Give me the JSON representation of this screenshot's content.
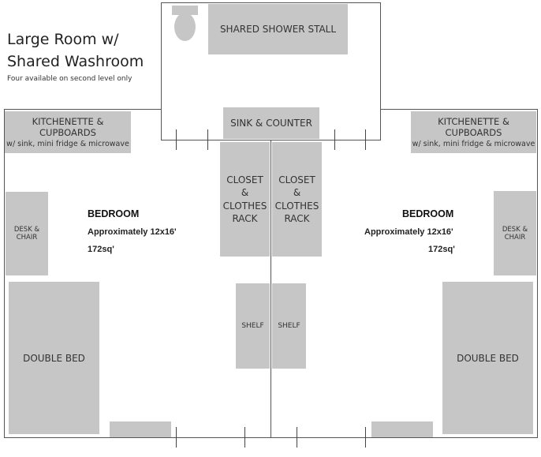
{
  "title": {
    "line1": "Large Room w/",
    "line2": "Shared Washroom",
    "subtitle": "Four available on second level only"
  },
  "washroom": {
    "shower": "SHARED SHOWER STALL",
    "sink": "SINK & COUNTER"
  },
  "left_room": {
    "kitchen_line1": "KITCHENETTE & CUPBOARDS",
    "kitchen_line2": "w/ sink, mini fridge & microwave",
    "desk_line1": "DESK &",
    "desk_line2": "CHAIR",
    "bedroom": "BEDROOM",
    "size": "Approximately 12x16'",
    "area": "172sq'",
    "closet_lines": [
      "CLOSET",
      "&",
      "CLOTHES",
      "RACK"
    ],
    "shelf": "SHELF",
    "bed": "DOUBLE BED"
  },
  "right_room": {
    "kitchen_line1": "KITCHENETTE & CUPBOARDS",
    "kitchen_line2": "w/ sink, mini fridge & microwave",
    "desk_line1": "DESK &",
    "desk_line2": "CHAIR",
    "bedroom": "BEDROOM",
    "size": "Approximately 12x16'",
    "area": "172sq'",
    "closet_lines": [
      "CLOSET",
      "&",
      "CLOTHES",
      "RACK"
    ],
    "shelf": "SHELF",
    "bed": "DOUBLE BED"
  },
  "colors": {
    "furniture": "#c6c6c6",
    "wall": "#555555"
  }
}
